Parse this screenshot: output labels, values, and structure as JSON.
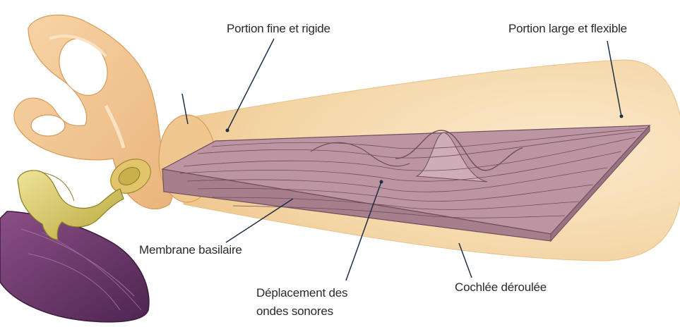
{
  "labels": {
    "portion_fine": "Portion fine et rigide",
    "portion_large": "Portion large et flexible",
    "membrane": "Membrane basilaire",
    "deplacement_line1": "Déplacement des",
    "deplacement_line2": "ondes sonores",
    "cochlee": "Cochlée déroulée"
  },
  "colors": {
    "cochlea_fill": "#f6ddb0",
    "ear_fill": "#f2c38e",
    "membrane_fill": "#b9909e",
    "membrane_stroke": "#6e4f5c",
    "ossicle_fill": "#d6c85a",
    "eardrum_fill": "#6b3a6e",
    "leader_line": "#1d2f46"
  }
}
